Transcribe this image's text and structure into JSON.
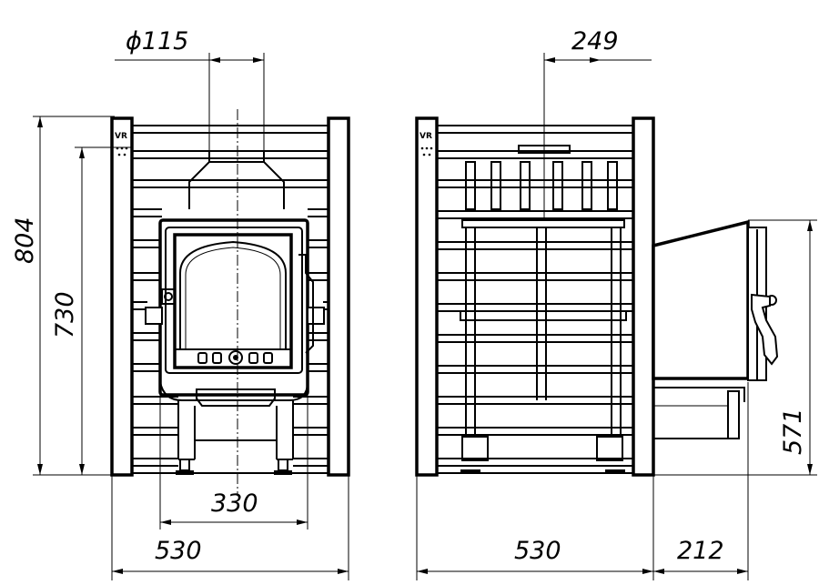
{
  "front_view": {
    "dimensions": {
      "chimney_diameter": "ϕ115",
      "total_height": "804",
      "body_height": "730",
      "door_width": "330",
      "overall_width": "530"
    }
  },
  "side_view": {
    "dimensions": {
      "top_offset": "249",
      "tunnel_height": "571",
      "body_depth": "530",
      "tunnel_length": "212"
    }
  },
  "logo_text": "VR"
}
